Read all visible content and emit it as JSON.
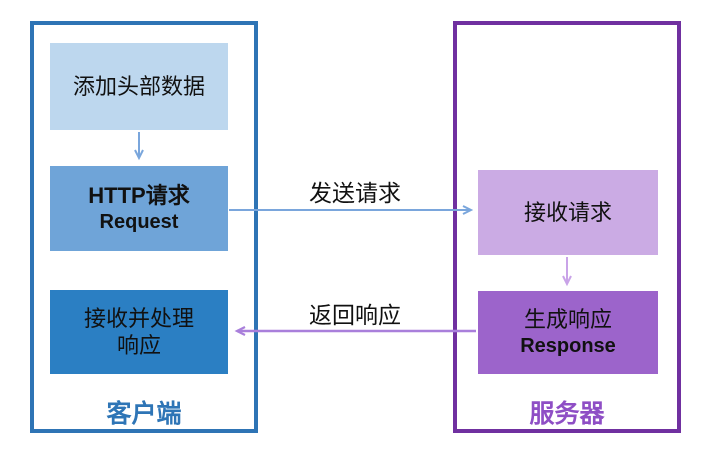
{
  "client": {
    "label": "客户端",
    "box_add_header": "添加头部数据",
    "box_http_request_line1": "HTTP请求",
    "box_http_request_line2": "Request",
    "box_receive_line1": "接收并处理",
    "box_receive_line2": "响应"
  },
  "server": {
    "label": "服务器",
    "box_receive_request": "接收请求",
    "box_response_line1": "生成响应",
    "box_response_line2": "Response"
  },
  "arrows": {
    "send_label": "发送请求",
    "return_label": "返回响应"
  },
  "colors": {
    "client_border": "#2E74B5",
    "client_label_text": "#2E75B6",
    "server_border": "#7030A0",
    "server_label_text": "#8E4EC5",
    "box_light_blue": "#BDD7EE",
    "box_medium_blue": "#6FA4D8",
    "box_dark_blue": "#2B7FC3",
    "box_light_purple": "#CBABE4",
    "box_dark_purple": "#9C64CB",
    "arrow_blue": "#7AA6DC",
    "arrow_light_purple": "#C9A3E8",
    "arrow_purple": "#A97FDB",
    "text": "#111111",
    "background": "#ffffff"
  }
}
